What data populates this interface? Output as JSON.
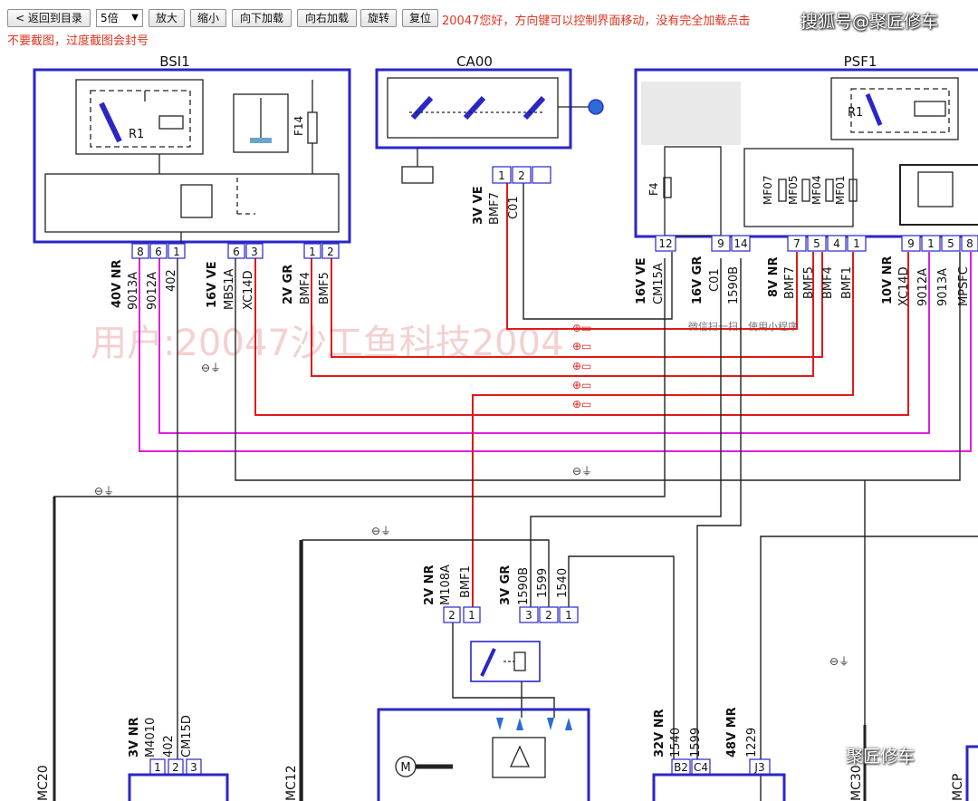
{
  "toolbar": {
    "back_label": "< 返回到目录",
    "zoom_value": "5倍",
    "zoom_in_label": "放大",
    "zoom_out_label": "缩小",
    "load_down_label": "向下加载",
    "load_right_label": "向右加载",
    "rotate_label": "旋转",
    "reset_label": "复位"
  },
  "message": "20047您好，方向键可以控制界面移动，没有完全加载点击",
  "warning": "不要截图，过度截图会封号",
  "branding": {
    "top": "搜狐号@聚匠修车",
    "bottom": "聚匠修车"
  },
  "watermark": "用户:20047沙工鱼科技2004",
  "components": {
    "bsi1": "BSI1",
    "ca00": "CA00",
    "psf1": "PSF1",
    "r1_left": "R1",
    "r1_right": "R1",
    "f14": "F14",
    "f4": "F4",
    "mf07": "MF07",
    "mf05": "MF05",
    "mf04": "MF04",
    "mf01": "MF01",
    "mc20": "MC20",
    "mc12": "MC12",
    "mc30": "MC30",
    "mcp": "MCP",
    "motor": "M"
  },
  "pins": {
    "bsi_8": "8",
    "bsi_6a": "6",
    "bsi_1a": "1",
    "bsi_6b": "6",
    "bsi_3": "3",
    "bsi_1b": "1",
    "bsi_2": "2",
    "ca_1": "1",
    "ca_2": "2",
    "psf_12": "12",
    "psf_9a": "9",
    "psf_14": "14",
    "psf_7": "7",
    "psf_5a": "5",
    "psf_4": "4",
    "psf_1a": "1",
    "psf_9b": "9",
    "psf_1b": "1",
    "psf_5b": "5",
    "psf_8": "8",
    "relay_2": "2",
    "relay_1a": "1",
    "relay_3": "3",
    "relay_2b": "2",
    "relay_1b": "1",
    "mc20_1": "1",
    "mc20_2": "2",
    "mc20_3": "3",
    "mc30_b2": "B2",
    "mc30_c4": "C4",
    "mc30_j3": "J3"
  },
  "connectors": {
    "bsi_a": "40V NR",
    "bsi_b": "16V VE",
    "bsi_c": "2V GR",
    "ca": "3V VE",
    "psf_a": "16V VE",
    "psf_b": "16V GR",
    "psf_c": "8V NR",
    "psf_d": "10V NR",
    "relay_a": "2V NR",
    "relay_b": "3V GR",
    "mc20": "3V NR",
    "mc30_a": "32V NR",
    "mc30_b": "48V MR"
  },
  "wires": {
    "w_9013a_l": "9013A",
    "w_9012a_l": "9012A",
    "w_402_top": "402",
    "w_mbs1a": "MBS1A",
    "w_xc14d_l": "XC14D",
    "w_bmf4_l": "BMF4",
    "w_bmf5_l": "BMF5",
    "w_bmf7_ca": "BMF7",
    "w_c01_ca": "C01",
    "w_cm15a": "CM15A",
    "w_c01_psf": "C01",
    "w_1590b_psf": "1590B",
    "w_bmf7_psf": "BMF7",
    "w_bmf5_psf": "BMF5",
    "w_bmf4_psf": "BMF4",
    "w_bmf1_psf": "BMF1",
    "w_xc14d_r": "XC14D",
    "w_9012a_r": "9012A",
    "w_9013a_r": "9013A",
    "w_mpsfc": "MPSFC",
    "w_m108a": "M108A",
    "w_bmf1_relay": "BMF1",
    "w_1590b_relay": "1590B",
    "w_1599_relay": "1599",
    "w_1540_relay": "1540",
    "w_m4010": "M4010",
    "w_402_mc20": "402",
    "w_cm15d": "CM15D",
    "w_1540_mc30": "1540",
    "w_1599_mc30": "1599",
    "w_1229": "1229"
  },
  "diagram": {
    "ground_symbol": "⊖⏚",
    "fuse_symbol": "⊕▭",
    "qr_text": "微信扫一扫，使用小程序"
  },
  "colors": {
    "frame": "#2a26c8",
    "wire_red": "#e01a1a",
    "wire_magenta": "#e020e0",
    "wire_black": "#222222",
    "message": "#e5321e"
  }
}
